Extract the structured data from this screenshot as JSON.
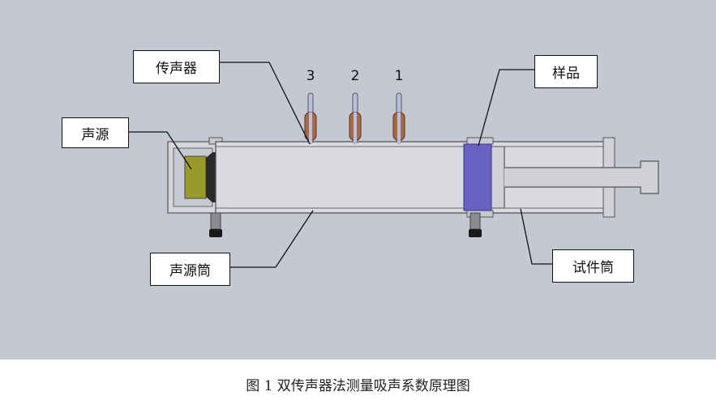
{
  "labels": {
    "transducer": "传声器",
    "sample": "样品",
    "source": "声源",
    "source_tube": "声源筒",
    "sample_tube": "试件筒"
  },
  "mic_numbers": [
    "3",
    "2",
    "1"
  ],
  "caption": "图 1  双传声器法测量吸声系数原理图",
  "colors": {
    "background": "#c4c8d2",
    "tube_fill": "#d9dbe0",
    "tube_stroke": "#4a4a4a",
    "speaker": "#9a9a2a",
    "sample": "#6a62c0",
    "mic_body": "#a66a44",
    "mic_probe": "#b8bfe0"
  }
}
